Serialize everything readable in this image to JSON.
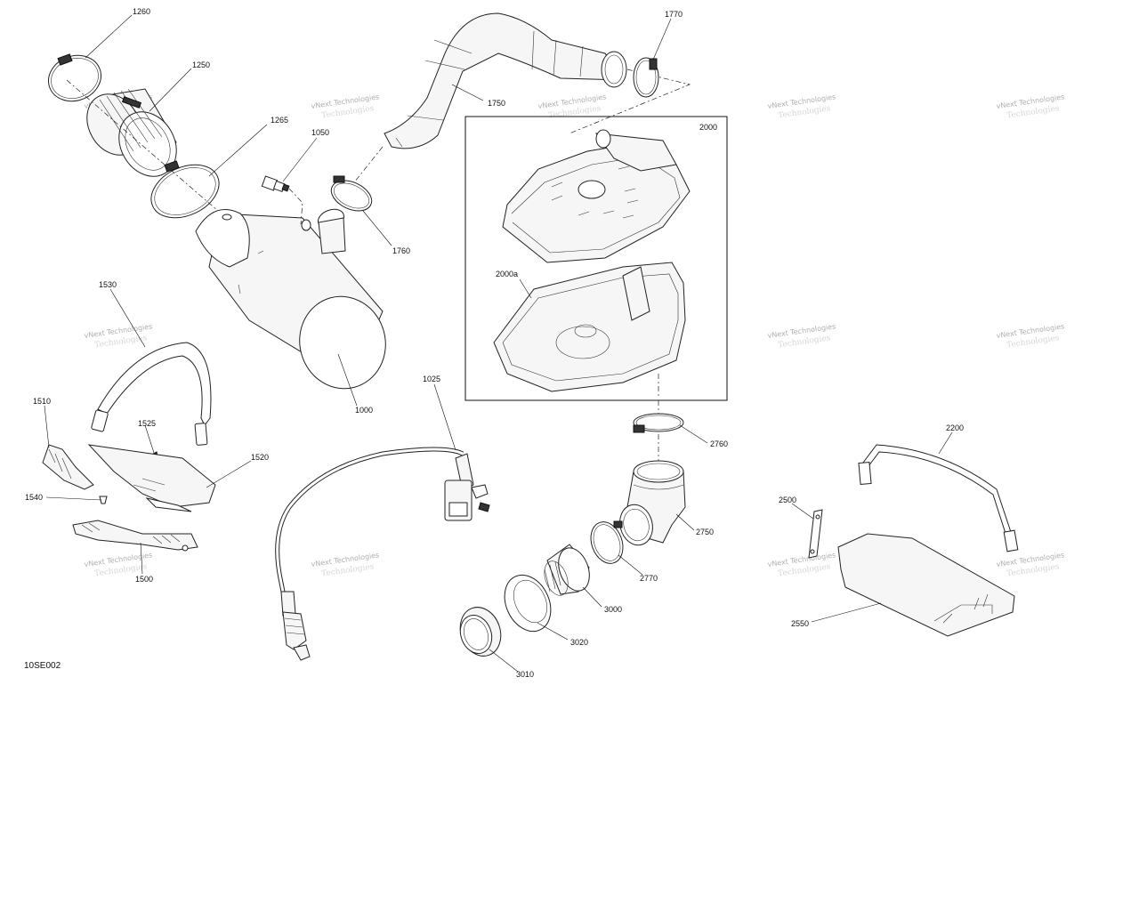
{
  "callouts": {
    "c1260": "1260",
    "c1250": "1250",
    "c1265": "1265",
    "c1050": "1050",
    "c1750": "1750",
    "c1770": "1770",
    "c1760": "1760",
    "c2000": "2000",
    "c2000a": "2000a",
    "c1530": "1530",
    "c1000": "1000",
    "c1025": "1025",
    "c1510": "1510",
    "c1525": "1525",
    "c1520": "1520",
    "c1540": "1540",
    "c1500": "1500",
    "c2760": "2760",
    "c2200": "2200",
    "c2500": "2500",
    "c2750": "2750",
    "c2770": "2770",
    "c3000": "3000",
    "c3020": "3020",
    "c3010": "3010",
    "c2550": "2550"
  },
  "figure_id": "10SE002",
  "watermark": {
    "line1": "vNext Technologies",
    "line2": "Technologies"
  }
}
